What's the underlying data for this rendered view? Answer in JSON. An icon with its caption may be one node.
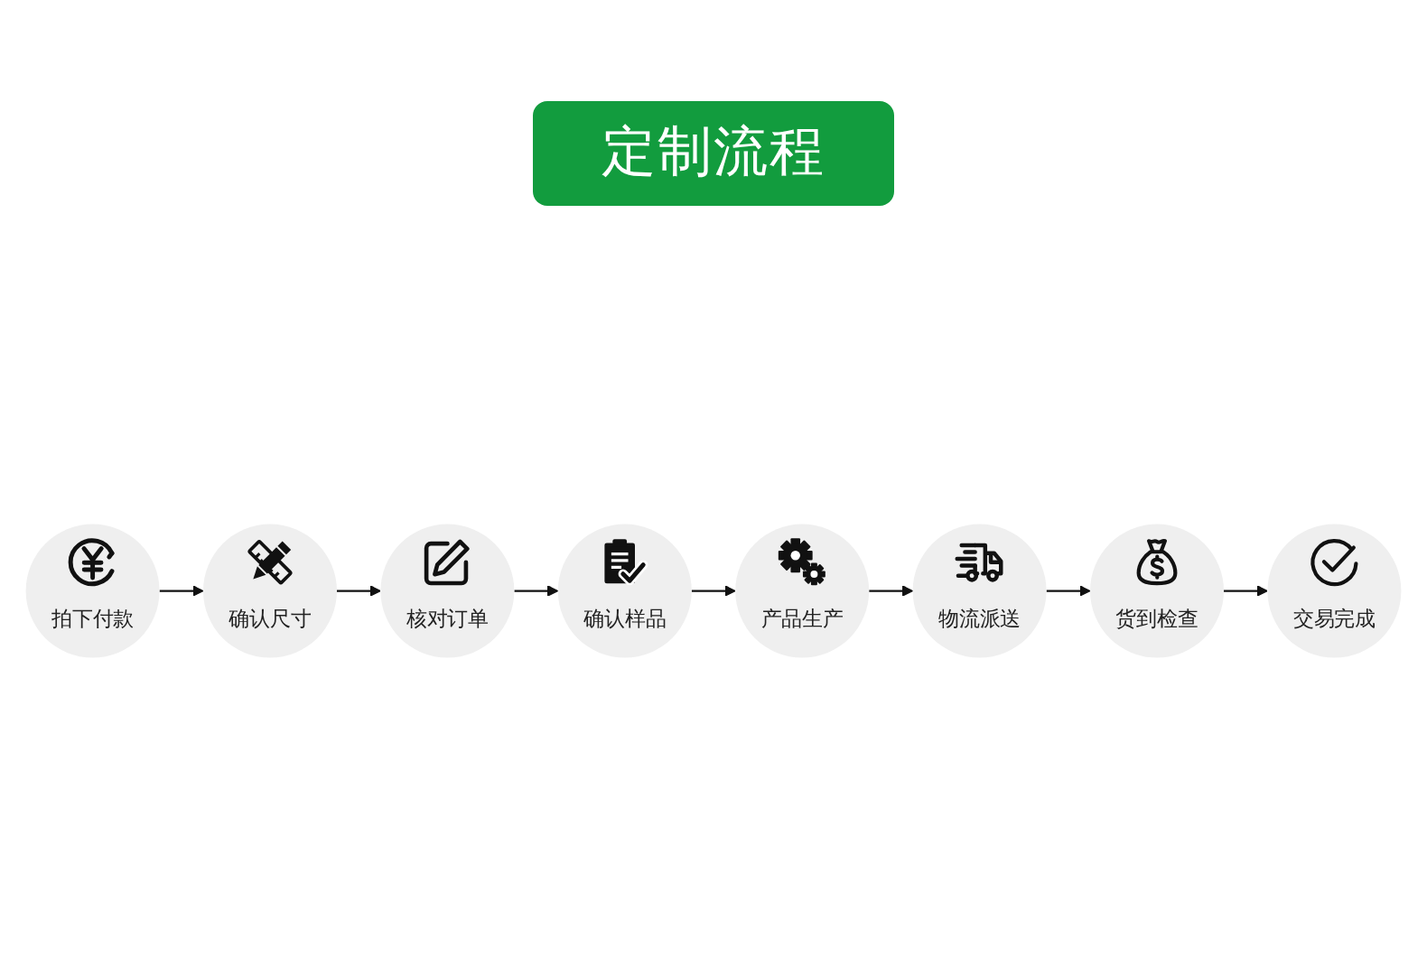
{
  "diagram": {
    "title": "定制流程",
    "nodes": [
      {
        "text": [
          "拍下付款"
        ]
      },
      {
        "text": [
          "确认尺寸"
        ]
      },
      {
        "text": [
          "核对订单"
        ]
      },
      {
        "text": [
          "确认样品"
        ]
      },
      {
        "text": [
          "产品生产"
        ]
      },
      {
        "text": [
          "物流派送"
        ]
      },
      {
        "text": [
          "货到检查"
        ]
      },
      {
        "text": [
          "交易完成"
        ]
      }
    ],
    "edges": [
      {
        "from": 0,
        "to": 1,
        "arrow": "to"
      },
      {
        "from": 1,
        "to": 2,
        "arrow": "to"
      },
      {
        "from": 2,
        "to": 3,
        "arrow": "to"
      },
      {
        "from": 3,
        "to": 4,
        "arrow": "to"
      },
      {
        "from": 4,
        "to": 5,
        "arrow": "to"
      },
      {
        "from": 5,
        "to": 6,
        "arrow": "to"
      },
      {
        "from": 6,
        "to": 7,
        "arrow": "to"
      }
    ]
  }
}
